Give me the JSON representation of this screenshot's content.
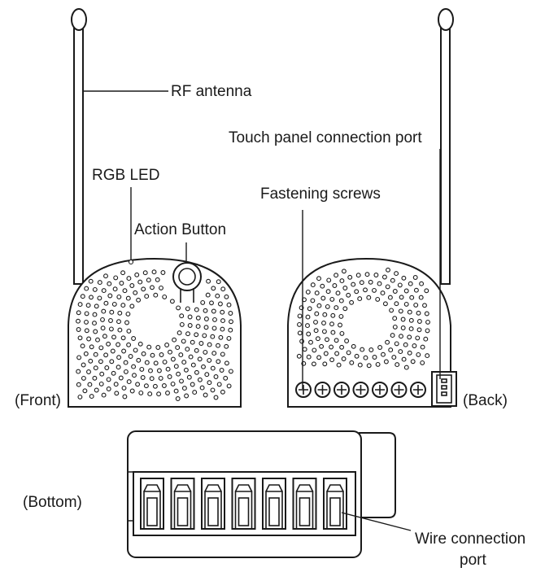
{
  "labels": {
    "rf_antenna": "RF antenna",
    "touch_panel_port": "Touch panel connection port",
    "rgb_led": "RGB LED",
    "fastening_screws": "Fastening screws",
    "action_button": "Action Button",
    "front": "(Front)",
    "back": "(Back)",
    "bottom": "(Bottom)",
    "wire_port_line1": "Wire connection",
    "wire_port_line2": "port"
  },
  "counts": {
    "fastening_screws": 7,
    "wire_terminals": 7
  },
  "colors": {
    "line": "#1a1a1a",
    "background": "#ffffff"
  }
}
